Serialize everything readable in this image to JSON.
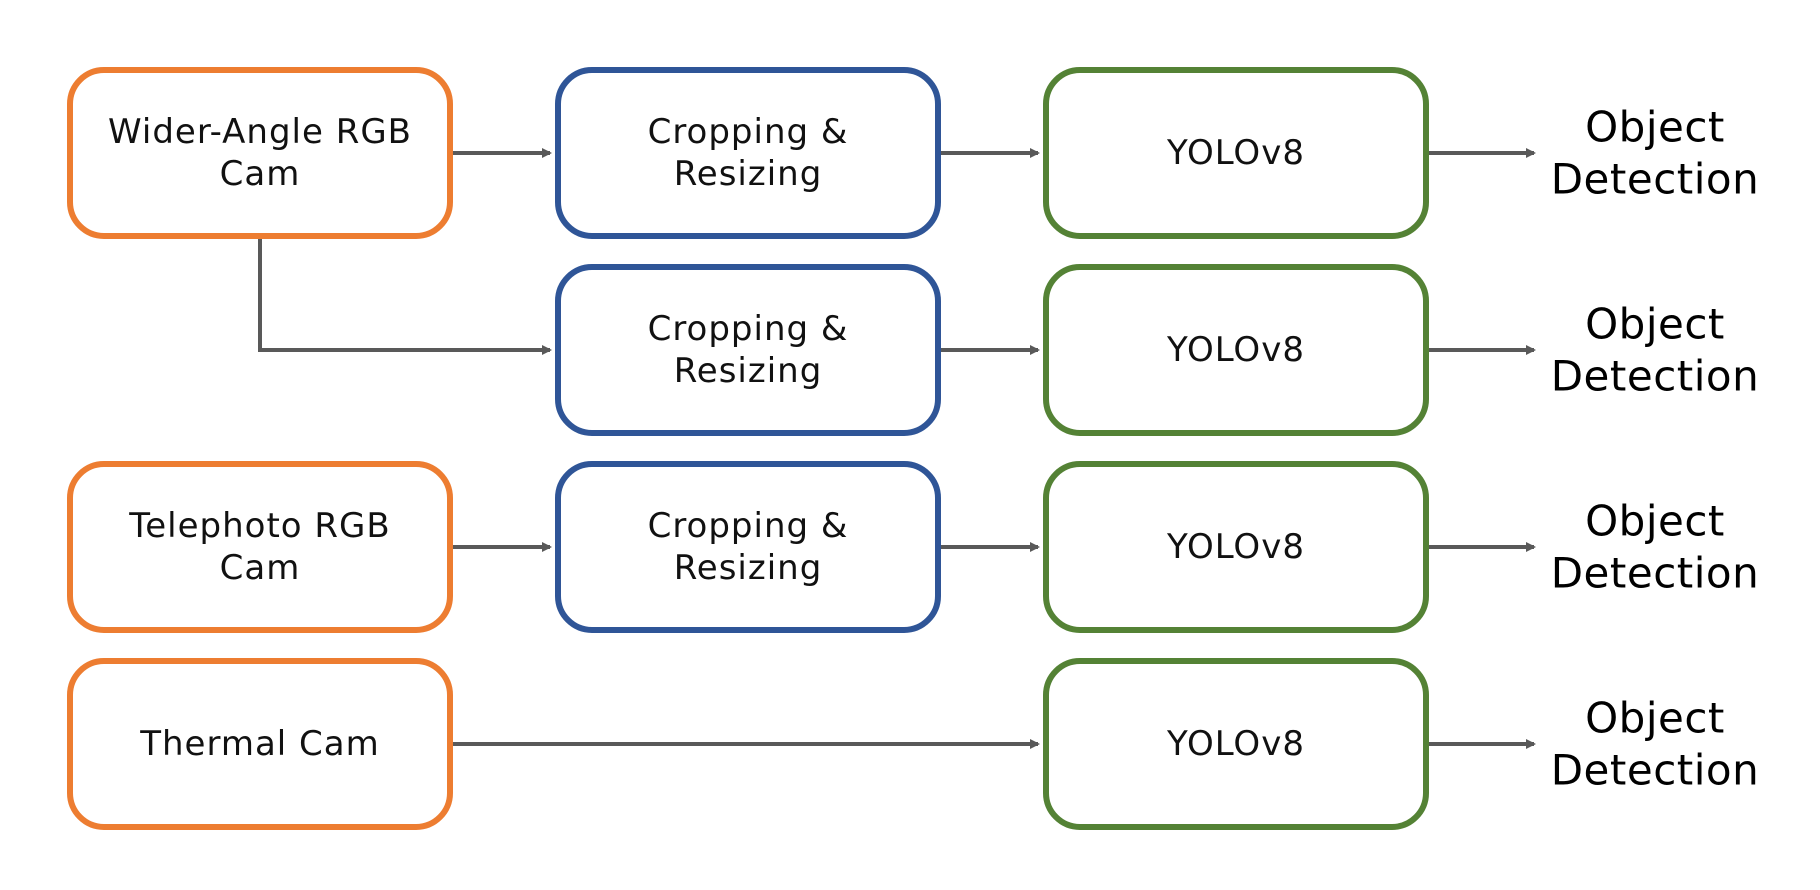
{
  "colors": {
    "camera": "#ED7D31",
    "preprocess": "#2F5597",
    "model": "#548235",
    "arrow": "#595959",
    "background": "#FFFFFF"
  },
  "cameras": {
    "wide": [
      "Wider-Angle RGB",
      "Cam"
    ],
    "tele": [
      "Telephoto RGB",
      "Cam"
    ],
    "thermal": [
      "Thermal Cam"
    ]
  },
  "preprocess": {
    "p1": [
      "Cropping &",
      "Resizing"
    ],
    "p2": [
      "Cropping &",
      "Resizing"
    ],
    "p3": [
      "Cropping &",
      "Resizing"
    ]
  },
  "models": {
    "m1": [
      "YOLOv8"
    ],
    "m2": [
      "YOLOv8"
    ],
    "m3": [
      "YOLOv8"
    ],
    "m4": [
      "YOLOv8"
    ]
  },
  "outputs": {
    "o1": [
      "Object",
      "Detection"
    ],
    "o2": [
      "Object",
      "Detection"
    ],
    "o3": [
      "Object",
      "Detection"
    ],
    "o4": [
      "Object",
      "Detection"
    ]
  }
}
